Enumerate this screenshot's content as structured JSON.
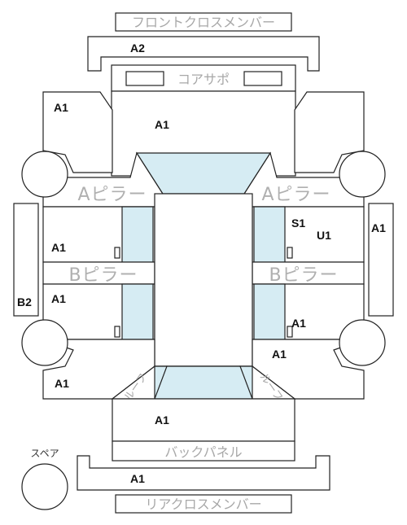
{
  "parts": {
    "front_cross_member": "フロントクロスメンバー",
    "core_support": "コアサポ",
    "a_pillar_left": "Aピラー",
    "a_pillar_right": "Aピラー",
    "b_pillar_left": "Bピラー",
    "b_pillar_right": "Bピラー",
    "roof_left": "ルーフ",
    "roof_right": "ルーフ",
    "back_panel": "バックパネル",
    "rear_cross_member": "リアクロスメンバー",
    "spare_label": "スペア"
  },
  "grades": {
    "front_cross": "A2",
    "left_front_fender": "A1",
    "hood": "A1",
    "right_roof_rail": "A1",
    "left_front_door": "A1",
    "left_rear_door": "A1",
    "right_front_door_s": "S1",
    "right_front_door_u": "U1",
    "right_rear_door": "A1",
    "right_quarter": "A1",
    "left_quarter": "A1",
    "left_side_rail": "B2",
    "trunk": "A1",
    "rear_cross": "A1"
  }
}
